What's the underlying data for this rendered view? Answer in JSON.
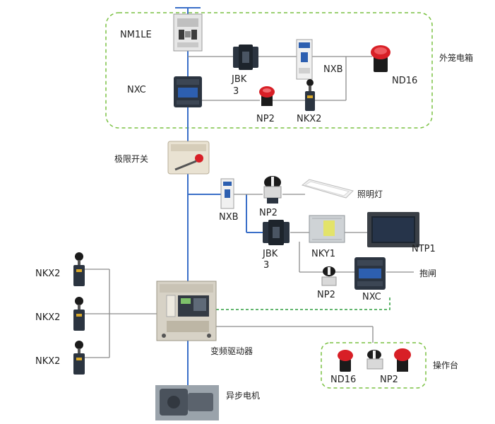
{
  "colors": {
    "main_bus": "#3a6fc8",
    "control_line": "#888888",
    "dashed_group": "#7ac142",
    "signal_dashed": "#2e9e3e",
    "device_dark": "#2b3440",
    "device_blue": "#2d5fb0",
    "red_button": "#d81f26"
  },
  "groups": {
    "outer_cabinet": "外笼电箱",
    "console": "操作台"
  },
  "labels": {
    "nm1le": "NM1LE",
    "nxc_top": "NXC",
    "jbk_top_1": "JBK",
    "jbk_top_2": "3",
    "nxb_top": "NXB",
    "nd16_top": "ND16",
    "np2_top": "NP2",
    "nkx2_top": "NKX2",
    "limit_switch": "极限开关",
    "nxb_mid": "NXB",
    "np2_mid": "NP2",
    "lighting": "照明灯",
    "jbk_mid_1": "JBK",
    "jbk_mid_2": "3",
    "nky1": "NKY1",
    "ntp1": "NTP1",
    "brake": "抱闸",
    "np2_low": "NP2",
    "nxc_low": "NXC",
    "nkx2_left_1": "NKX2",
    "nkx2_left_2": "NKX2",
    "nkx2_left_3": "NKX2",
    "vfd": "变频驱动器",
    "motor": "异步电机",
    "nd16_console": "ND16",
    "np2_console": "NP2"
  }
}
